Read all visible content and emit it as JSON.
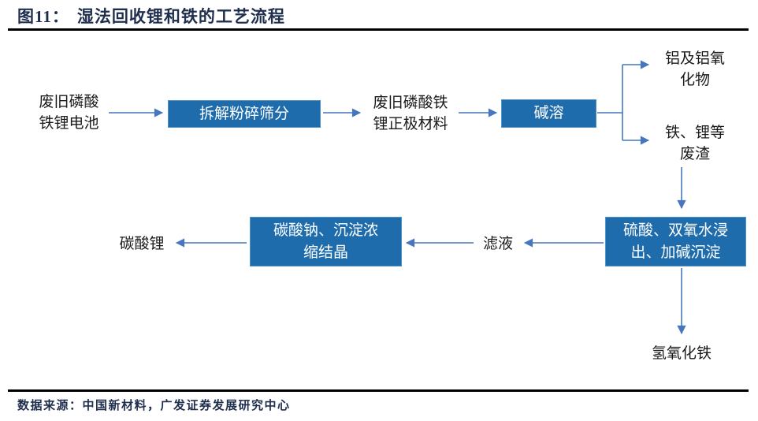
{
  "title": {
    "label": "图11：",
    "text": "湿法回收锂和铁的工艺流程"
  },
  "flow": {
    "battery": "废旧磷酸\n铁锂电池",
    "dismantle": "拆解粉碎筛分",
    "cathode": "废旧磷酸铁\n锂正极材料",
    "alkali": "碱溶",
    "aluminum_oxide": "铝及铝氧\n化物",
    "iron_lithium_slag": "铁、锂等\n废渣",
    "acid_leach": "硫酸、双氧水浸\n出、加碱沉淀",
    "filtrate": "滤液",
    "soda_crystallize": "碳酸钠、沉淀浓\n缩结晶",
    "lithium_carbonate": "碳酸锂",
    "iron_hydroxide": "氢氧化铁"
  },
  "footer": "数据来源：中国新材料，广发证券发展研究中心",
  "colors": {
    "heading": "#1F2E4D",
    "rule": "#000000",
    "box_fill": "#1E6CAC",
    "box_border": "#4C94C9",
    "box_text": "#FFFFFF",
    "node_text": "#1A1A1A",
    "arrow": "#4677BE"
  }
}
